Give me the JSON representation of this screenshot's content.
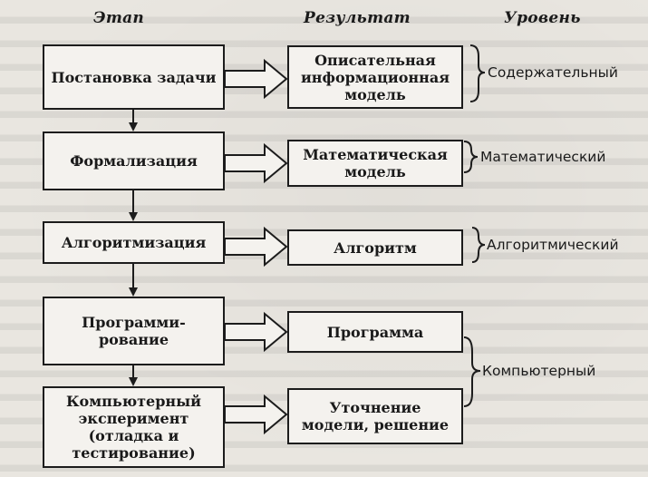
{
  "headers": {
    "stage": "Этап",
    "result": "Результат",
    "level": "Уровень"
  },
  "rows": [
    {
      "stage": "Постановка задачи",
      "result": "Описательная информационная модель"
    },
    {
      "stage": "Формализация",
      "result": "Математическая модель"
    },
    {
      "stage": "Алгоритмизация",
      "result": "Алгоритм"
    },
    {
      "stage": "Программи-рование",
      "result": "Программа"
    },
    {
      "stage": "Компьютерный эксперимент (отладка и тестирование)",
      "result": "Уточнение модели, решение"
    }
  ],
  "levels": [
    "Содержательный",
    "Математический",
    "Алгоритмический",
    "Компьютерный"
  ]
}
